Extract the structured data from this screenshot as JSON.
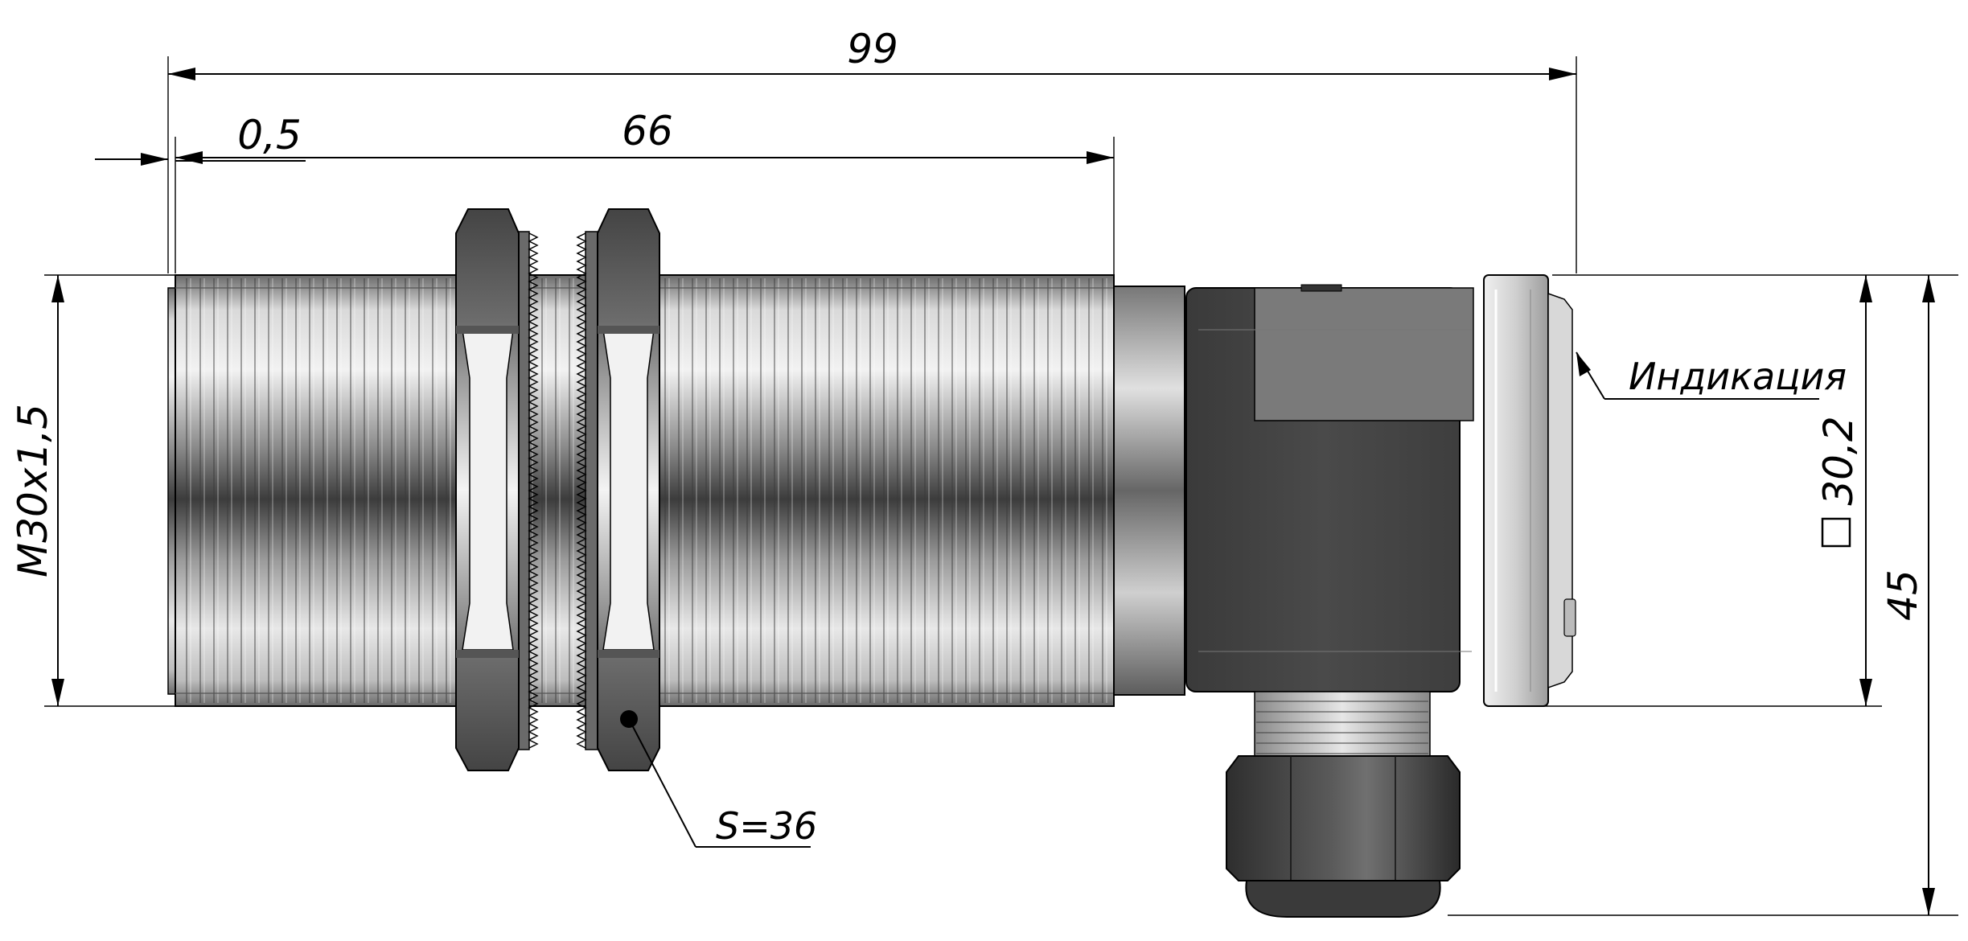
{
  "dimensions": {
    "total_length": "99",
    "thread_length": "66",
    "gap": "0,5",
    "thread_spec": "M30x1,5",
    "housing_square": "30,2",
    "total_height": "45"
  },
  "callouts": {
    "indicator": "Индикация",
    "wrench_size": "S=36"
  },
  "colors": {
    "line": "#000000",
    "metal_light": "#e6e6e6",
    "metal_dark": "#5a5a5a",
    "housing": "#454545",
    "background": "#ffffff"
  }
}
